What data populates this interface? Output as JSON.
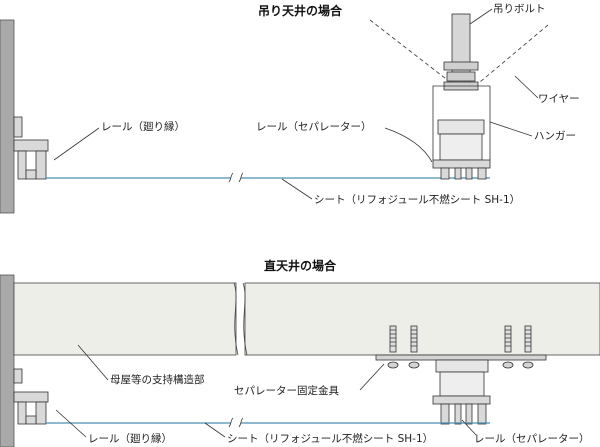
{
  "hanging": {
    "title": "吊り天井の場合",
    "labels": {
      "bolt": "吊りボルト",
      "wire": "ワイヤー",
      "rail_edge": "レール（廻り縁）",
      "rail_separator": "レール（セパレーター）",
      "hanger": "ハンガー",
      "sheet": "シート（リフォジュール不燃シート SH-1）"
    }
  },
  "direct": {
    "title": "直天井の場合",
    "labels": {
      "structure": "母屋等の支持構造部",
      "fitting": "セパレーター固定金具",
      "rail_edge": "レール（廻り縁）",
      "sheet": "シート（リフォジュール不燃シート SH-1）",
      "rail_separator": "レール（セパレーター）"
    }
  },
  "colors": {
    "wall": "#a9a9a9",
    "metal": "#d9d9d9",
    "beam": "#eeeee8",
    "sheet_line": "#4a8fb0",
    "outline": "#333333"
  }
}
